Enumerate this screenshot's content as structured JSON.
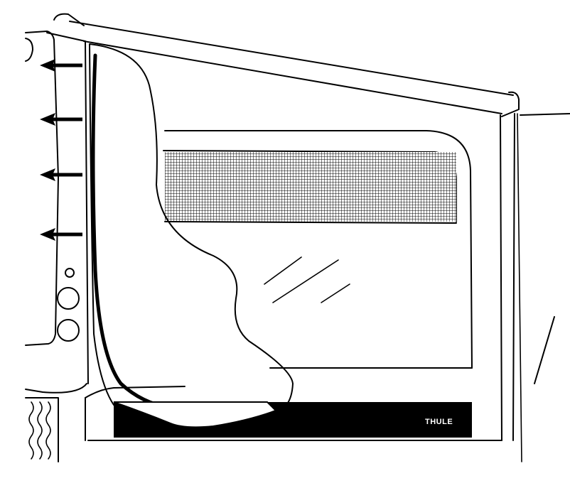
{
  "diagram": {
    "brand_label": "THULE",
    "arrow_count": 4,
    "arrow_direction": "left",
    "colors": {
      "ink": "#000000",
      "paper": "#ffffff",
      "mesh": "#000000"
    }
  }
}
